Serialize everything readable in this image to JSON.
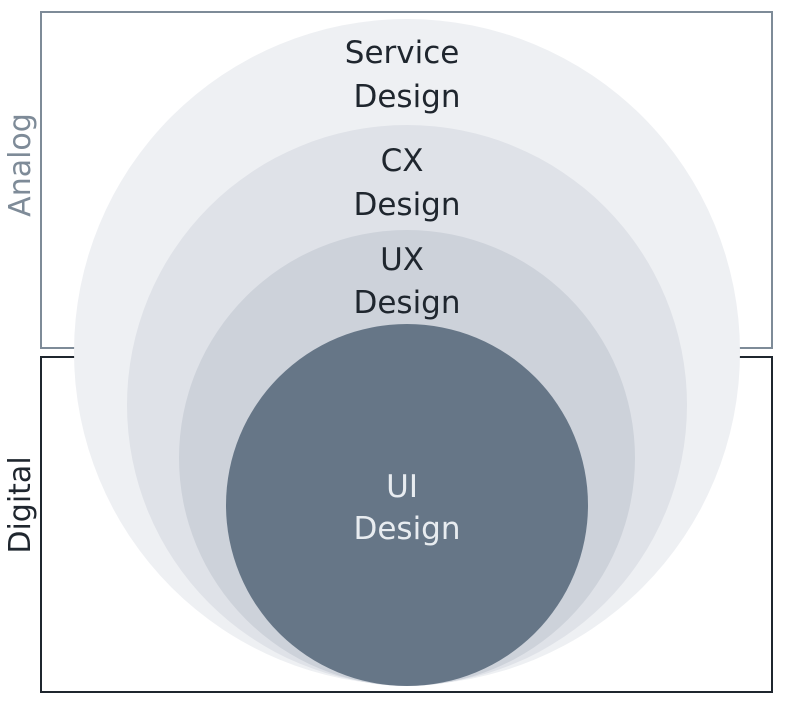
{
  "regions": {
    "analog": {
      "label": "Analog",
      "color": "#7e8b98"
    },
    "digital": {
      "label": "Digital",
      "color": "#1f262e"
    }
  },
  "layers": [
    {
      "line1": "Service",
      "line2": "Design",
      "fill": "#eef0f3",
      "text_color": "#1f262e"
    },
    {
      "line1": "CX",
      "line2": "Design",
      "fill": "#dfe2e8",
      "text_color": "#1f262e"
    },
    {
      "line1": "UX",
      "line2": "Design",
      "fill": "#cdd2da",
      "text_color": "#1f262e"
    },
    {
      "line1": "UI",
      "line2": "Design",
      "fill": "#667687",
      "text_color": "#e8ecf0"
    }
  ]
}
